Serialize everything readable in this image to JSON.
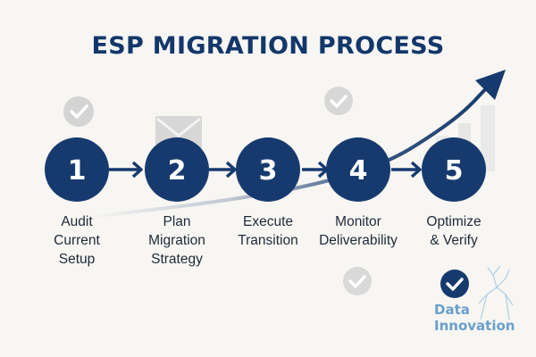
{
  "title": "ESP MIGRATION PROCESS",
  "steps": [
    {
      "number": "1",
      "label": "Audit\nCurrent\nSetup"
    },
    {
      "number": "2",
      "label": "Plan\nMigration\nStrategy"
    },
    {
      "number": "3",
      "label": "Execute\nTransition"
    },
    {
      "number": "4",
      "label": "Monitor\nDeliverability"
    },
    {
      "number": "5",
      "label": "Optimize\n& Verify"
    }
  ],
  "brand": {
    "line1": "Data",
    "line2": "Innovation"
  },
  "colors": {
    "primary": "#173a6e",
    "background": "#f7f6f3",
    "decor_gray": "#d7d7d7",
    "brand_blue": "#6a9fc9"
  },
  "icons": {
    "check_badge": "check-icon",
    "envelope": "envelope-icon",
    "growth_arrow": "trend-arrow-icon",
    "bar_chart": "bar-chart-icon",
    "brand_logo": "check-badge-icon"
  }
}
